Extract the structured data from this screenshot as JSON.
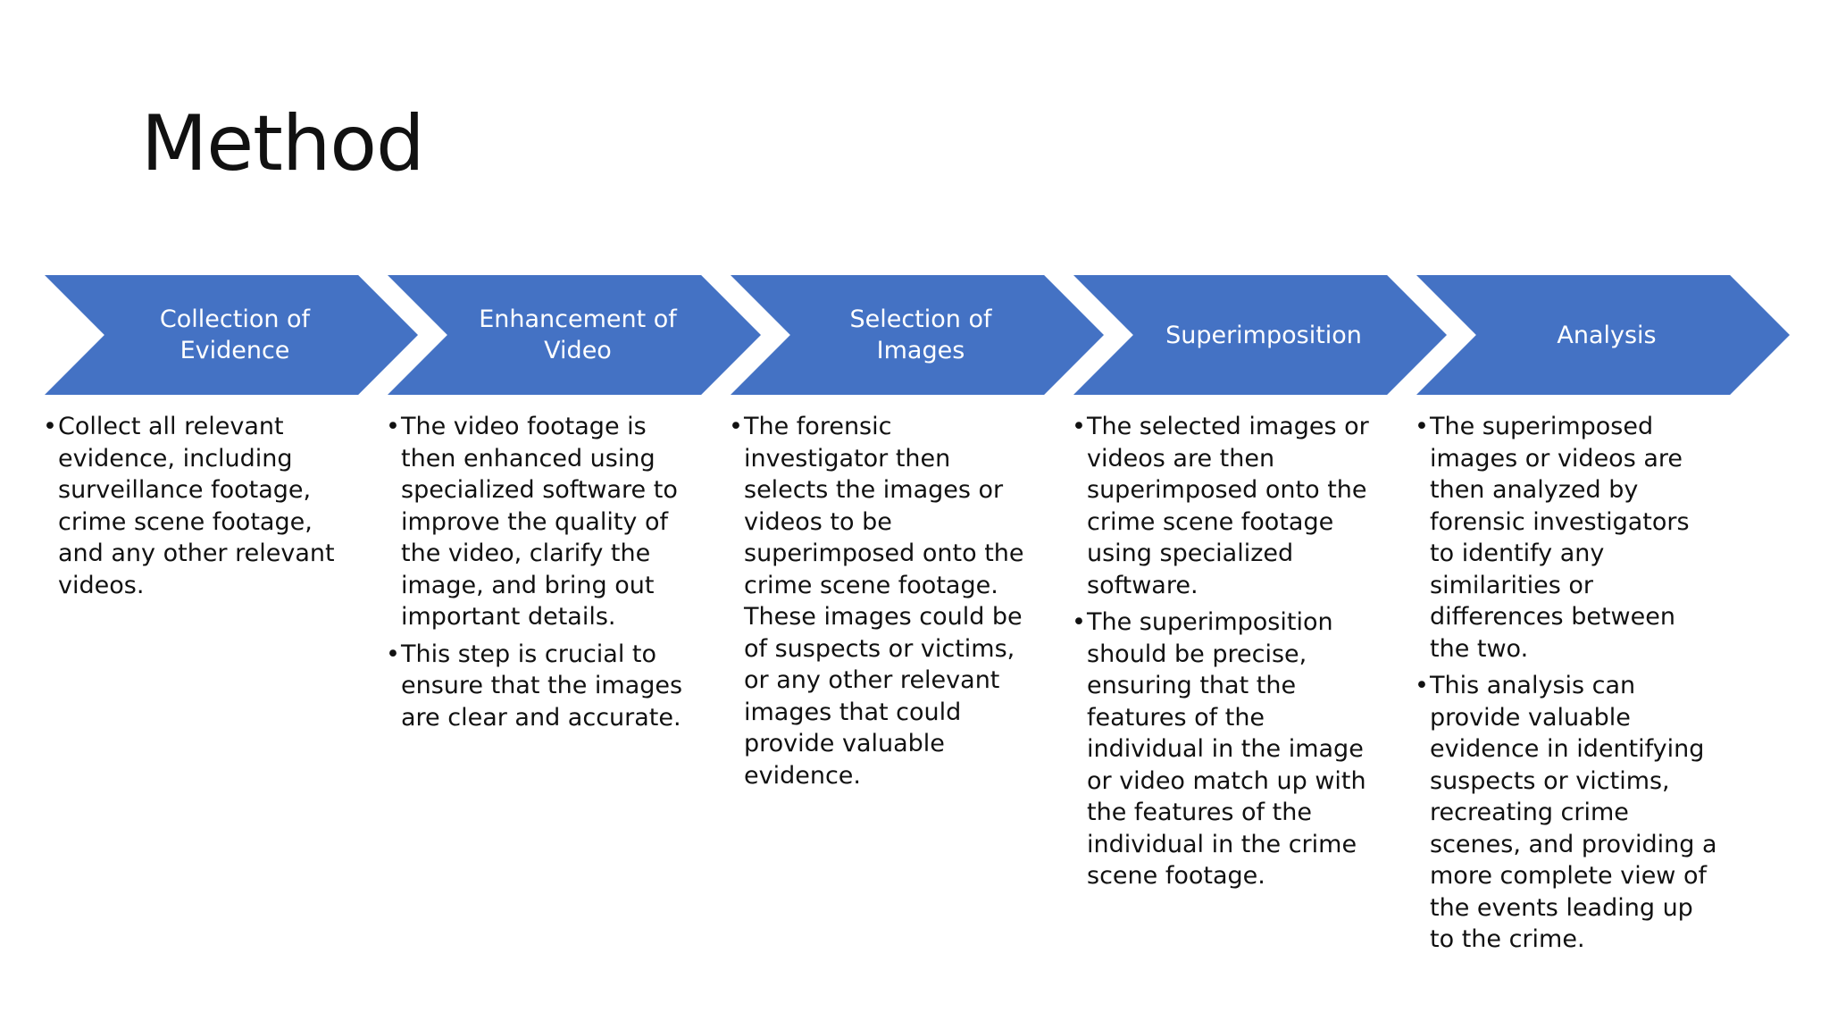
{
  "title": "Method",
  "steps": [
    {
      "label": "Collection of Evidence",
      "bullets": [
        "Collect all relevant evidence, including surveillance footage, crime scene footage, and any other relevant videos."
      ]
    },
    {
      "label": "Enhancement of Video",
      "bullets": [
        "The video footage is then enhanced using specialized software to improve the quality of the video, clarify the image, and bring out important details.",
        "This step is crucial to ensure that the images are clear and accurate."
      ]
    },
    {
      "label": "Selection of Images",
      "bullets": [
        "The forensic investigator then selects the images or videos to be superimposed onto the crime scene footage. These images could be of suspects or victims, or any other relevant images that could provide valuable evidence."
      ]
    },
    {
      "label": "Superimposition",
      "bullets": [
        "The selected images or videos are then superimposed onto the crime scene footage using specialized software.",
        "The superimposition should be precise, ensuring that the features of the individual in the image or video match up with the features of the individual in the crime scene footage."
      ]
    },
    {
      "label": "Analysis",
      "bullets": [
        "The superimposed images or videos are then analyzed by forensic investigators to identify any similarities or differences between the two.",
        "This analysis can provide valuable evidence in identifying suspects or victims, recreating crime scenes, and providing a more complete view of the events leading up to the crime."
      ]
    }
  ],
  "colors": {
    "chevron": "#4472c4",
    "chevron_text": "#ffffff",
    "body_text": "#111111",
    "background": "#ffffff"
  },
  "bullet_glyph": "•"
}
